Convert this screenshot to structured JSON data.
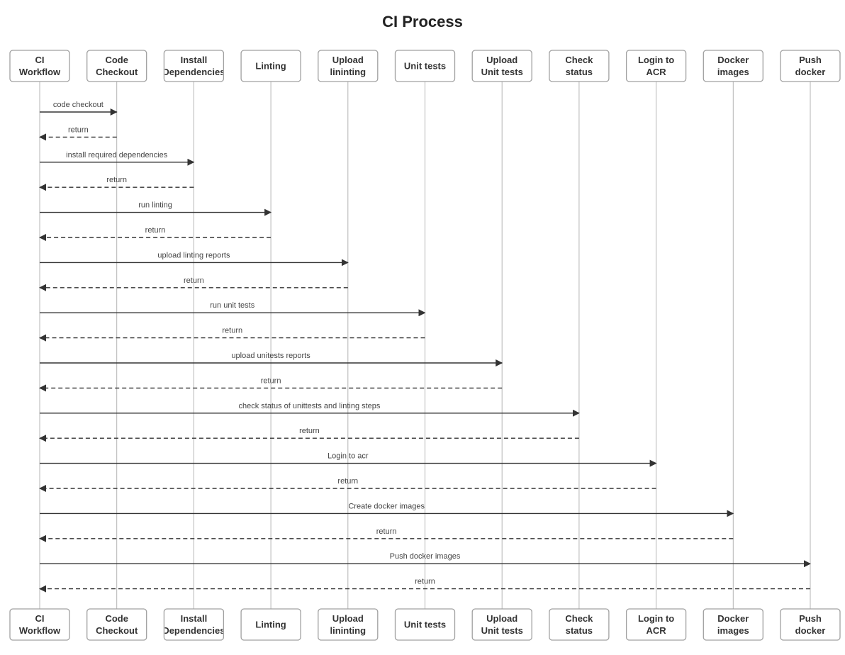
{
  "title": "CI Process",
  "participants": [
    {
      "id": "ci",
      "lines": [
        "CI",
        "Workflow"
      ]
    },
    {
      "id": "checkout",
      "lines": [
        "Code",
        "Checkout"
      ]
    },
    {
      "id": "install",
      "lines": [
        "Install",
        "Dependencies"
      ]
    },
    {
      "id": "linting",
      "lines": [
        "Linting"
      ]
    },
    {
      "id": "upload-linting",
      "lines": [
        "Upload",
        "lininting"
      ]
    },
    {
      "id": "unit-tests",
      "lines": [
        "Unit tests"
      ]
    },
    {
      "id": "upload-unit",
      "lines": [
        "Upload",
        "Unit tests"
      ]
    },
    {
      "id": "check-status",
      "lines": [
        "Check",
        "status"
      ]
    },
    {
      "id": "login-acr",
      "lines": [
        "Login to",
        "ACR"
      ]
    },
    {
      "id": "docker-images",
      "lines": [
        "Docker",
        "images"
      ]
    },
    {
      "id": "push-docker",
      "lines": [
        "Push",
        "docker"
      ]
    }
  ],
  "messages": [
    {
      "from": 0,
      "to": 1,
      "label": "code checkout",
      "style": "solid"
    },
    {
      "from": 1,
      "to": 0,
      "label": "return",
      "style": "dashed"
    },
    {
      "from": 0,
      "to": 2,
      "label": "install required dependencies",
      "style": "solid"
    },
    {
      "from": 2,
      "to": 0,
      "label": "return",
      "style": "dashed"
    },
    {
      "from": 0,
      "to": 3,
      "label": "run linting",
      "style": "solid"
    },
    {
      "from": 3,
      "to": 0,
      "label": "return",
      "style": "dashed"
    },
    {
      "from": 0,
      "to": 4,
      "label": "upload linting reports",
      "style": "solid"
    },
    {
      "from": 4,
      "to": 0,
      "label": "return",
      "style": "dashed"
    },
    {
      "from": 0,
      "to": 5,
      "label": "run unit tests",
      "style": "solid"
    },
    {
      "from": 5,
      "to": 0,
      "label": "return",
      "style": "dashed"
    },
    {
      "from": 0,
      "to": 6,
      "label": "upload unitests reports",
      "style": "solid"
    },
    {
      "from": 6,
      "to": 0,
      "label": "return",
      "style": "dashed"
    },
    {
      "from": 0,
      "to": 7,
      "label": "check status of unittests and linting steps",
      "style": "solid"
    },
    {
      "from": 7,
      "to": 0,
      "label": "return",
      "style": "dashed"
    },
    {
      "from": 0,
      "to": 8,
      "label": "Login to acr",
      "style": "solid"
    },
    {
      "from": 8,
      "to": 0,
      "label": "return",
      "style": "dashed"
    },
    {
      "from": 0,
      "to": 9,
      "label": "Create docker images",
      "style": "solid"
    },
    {
      "from": 9,
      "to": 0,
      "label": "return",
      "style": "dashed"
    },
    {
      "from": 0,
      "to": 10,
      "label": "Push docker images",
      "style": "solid"
    },
    {
      "from": 10,
      "to": 0,
      "label": "return",
      "style": "dashed"
    }
  ]
}
